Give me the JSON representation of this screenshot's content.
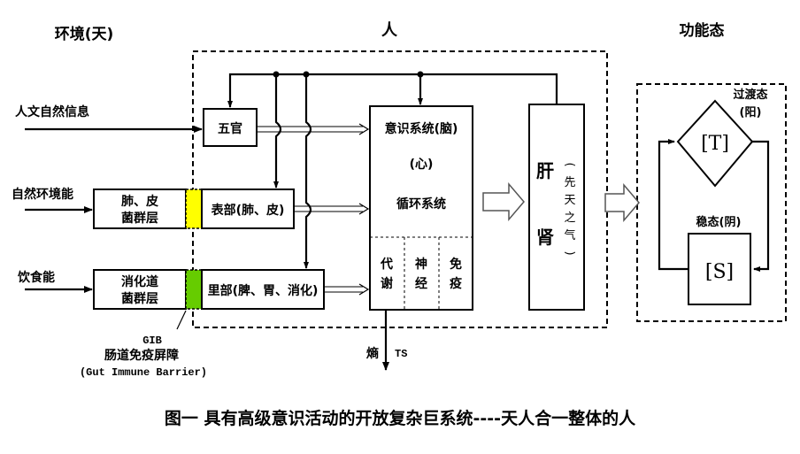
{
  "headers": {
    "env": "环境(天)",
    "person": "人",
    "func": "功能态"
  },
  "inputs": {
    "humanities": "人文自然信息",
    "env_energy": "自然环境能",
    "diet": "饮食能"
  },
  "boxes": {
    "wuguan": "五官",
    "lung_flora_1": "肺、皮",
    "lung_flora_2": "菌群层",
    "surface": "表部(肺、皮)",
    "gut_flora_1": "消化道",
    "gut_flora_2": "菌群层",
    "interior": "里部(脾、胃、消化)",
    "consciousness": "意识系统(脑)",
    "heart": "(心)",
    "circulation": "循环系统",
    "metab_1": "代",
    "metab_2": "谢",
    "nerve_1": "神",
    "nerve_2": "经",
    "immune_1": "免",
    "immune_2": "疫",
    "liver": "肝",
    "kidney": "肾",
    "innate_qi": [
      "(",
      "先",
      "天",
      "之",
      "气",
      ")"
    ],
    "transition": "过渡态",
    "yang": "(阳)",
    "t_state": "[T]",
    "steady": "稳态(阴)",
    "s_state": "[S]"
  },
  "gib": {
    "abbr": "GIB",
    "cn": "肠道免疫屏障",
    "en": "(Gut Immune Barrier)"
  },
  "entropy": {
    "cn": "熵",
    "abbr": "TS"
  },
  "caption": "图一  具有高级意识活动的开放复杂巨系统----天人合一整体的人",
  "colors": {
    "yellow_band": "#ffff00",
    "green_band": "#66cc00"
  }
}
